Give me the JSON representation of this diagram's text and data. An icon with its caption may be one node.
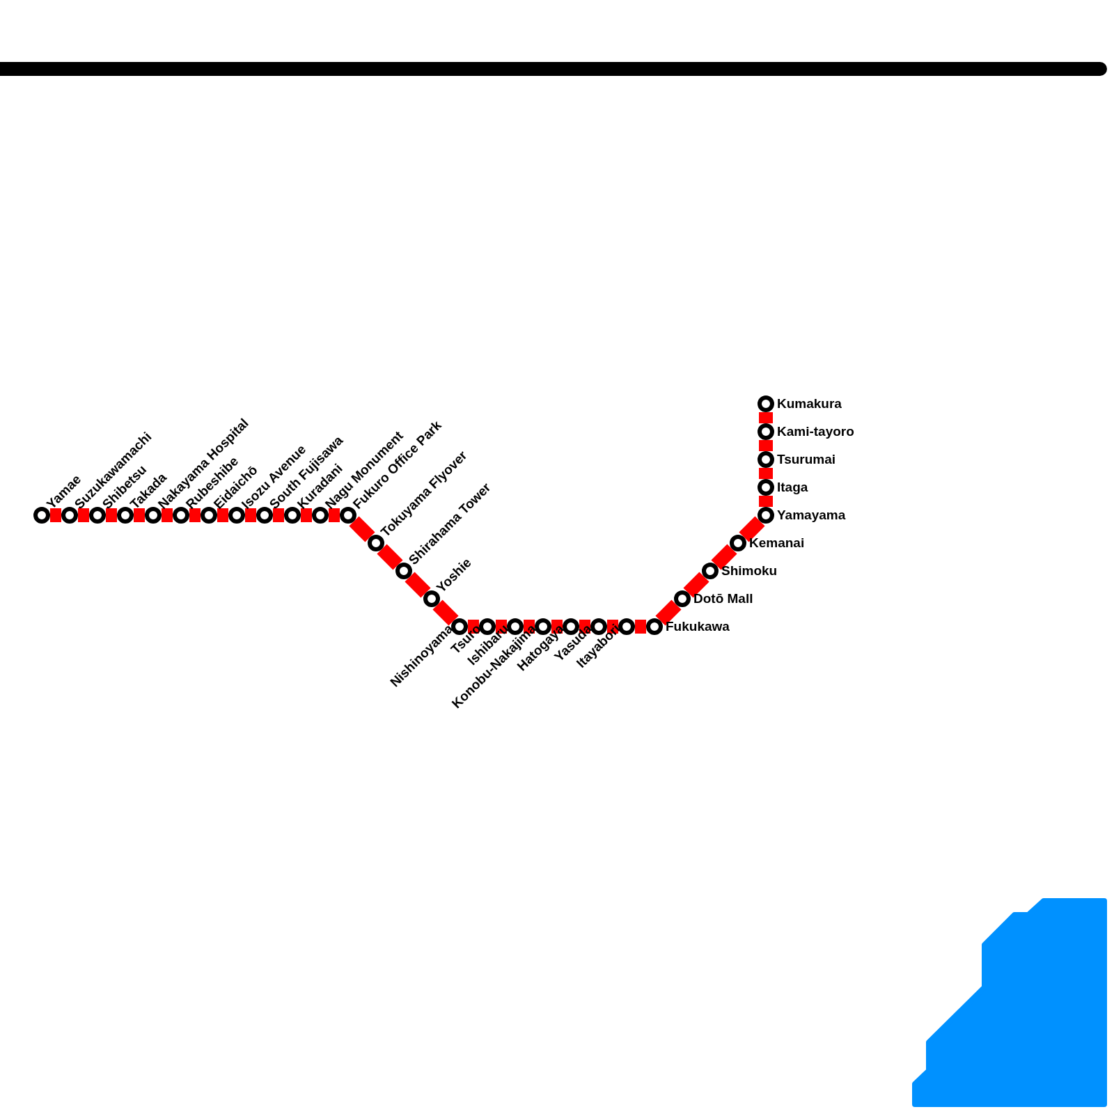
{
  "diagram": {
    "nodes": [
      {
        "text": [],
        "shape": "circle",
        "beside": [
          "Yamae"
        ]
      },
      {
        "text": [],
        "shape": "circle",
        "beside": [
          "Suzukawamachi"
        ]
      },
      {
        "text": [],
        "shape": "circle",
        "beside": [
          "Shibetsu"
        ]
      },
      {
        "text": [],
        "shape": "circle",
        "beside": [
          "Takada"
        ]
      },
      {
        "text": [],
        "shape": "circle",
        "beside": [
          "Nakayama Hospital"
        ]
      },
      {
        "text": [],
        "shape": "circle",
        "beside": [
          "Rubeshibe"
        ]
      },
      {
        "text": [],
        "shape": "circle",
        "beside": [
          "Eidaichō"
        ]
      },
      {
        "text": [],
        "shape": "circle",
        "beside": [
          "Isozu Avenue"
        ]
      },
      {
        "text": [],
        "shape": "circle",
        "beside": [
          "South Fujisawa"
        ]
      },
      {
        "text": [],
        "shape": "circle",
        "beside": [
          "Kuradani"
        ]
      },
      {
        "text": [],
        "shape": "circle",
        "beside": [
          "Nagu Monument"
        ]
      },
      {
        "text": [],
        "shape": "circle",
        "beside": [
          "Fukuro Office Park"
        ]
      },
      {
        "text": [],
        "shape": "circle",
        "beside": [
          "Tokuyama Flyover"
        ]
      },
      {
        "text": [],
        "shape": "circle",
        "beside": [
          "Shirahama Tower"
        ]
      },
      {
        "text": [],
        "shape": "circle",
        "beside": [
          "Yoshie"
        ]
      },
      {
        "text": [],
        "shape": "circle",
        "beside": [
          "Nishinoyama"
        ]
      },
      {
        "text": [],
        "shape": "circle",
        "beside": [
          "Tsuro"
        ]
      },
      {
        "text": [],
        "shape": "circle",
        "beside": [
          "Ishibaru"
        ]
      },
      {
        "text": [],
        "shape": "circle",
        "beside": [
          "Konobu-Nakajima"
        ]
      },
      {
        "text": [],
        "shape": "circle",
        "beside": [
          "Hatogaya"
        ]
      },
      {
        "text": [],
        "shape": "circle",
        "beside": [
          "Yasuda"
        ]
      },
      {
        "text": [],
        "shape": "circle",
        "beside": [
          "Itayabori"
        ]
      },
      {
        "text": [],
        "shape": "circle",
        "beside": [
          "Fukukawa"
        ]
      },
      {
        "text": [],
        "shape": "circle",
        "beside": [
          "Dotō Mall"
        ]
      },
      {
        "text": [],
        "shape": "circle",
        "beside": [
          "Shimoku"
        ]
      },
      {
        "text": [],
        "shape": "circle",
        "beside": [
          "Kemanai"
        ]
      },
      {
        "text": [],
        "shape": "circle",
        "beside": [
          "Yamayama"
        ]
      },
      {
        "text": [],
        "shape": "circle",
        "beside": [
          "Itaga"
        ]
      },
      {
        "text": [],
        "shape": "circle",
        "beside": [
          "Tsurumai"
        ]
      },
      {
        "text": [],
        "shape": "circle",
        "beside": [
          "Kami-tayoro"
        ]
      },
      {
        "text": [],
        "shape": "circle",
        "beside": [
          "Kumakura"
        ]
      }
    ],
    "edges": [
      {
        "from": 0,
        "to": 1,
        "arrow": "none"
      },
      {
        "from": 1,
        "to": 2,
        "arrow": "none"
      },
      {
        "from": 2,
        "to": 3,
        "arrow": "none"
      },
      {
        "from": 3,
        "to": 4,
        "arrow": "none"
      },
      {
        "from": 4,
        "to": 5,
        "arrow": "none"
      },
      {
        "from": 5,
        "to": 6,
        "arrow": "none"
      },
      {
        "from": 6,
        "to": 7,
        "arrow": "none"
      },
      {
        "from": 7,
        "to": 8,
        "arrow": "none"
      },
      {
        "from": 8,
        "to": 9,
        "arrow": "none"
      },
      {
        "from": 9,
        "to": 10,
        "arrow": "none"
      },
      {
        "from": 10,
        "to": 11,
        "arrow": "none"
      },
      {
        "from": 11,
        "to": 12,
        "arrow": "none"
      },
      {
        "from": 12,
        "to": 13,
        "arrow": "none"
      },
      {
        "from": 13,
        "to": 14,
        "arrow": "none"
      },
      {
        "from": 14,
        "to": 15,
        "arrow": "none"
      },
      {
        "from": 15,
        "to": 16,
        "arrow": "none"
      },
      {
        "from": 16,
        "to": 17,
        "arrow": "none"
      },
      {
        "from": 17,
        "to": 18,
        "arrow": "none"
      },
      {
        "from": 18,
        "to": 19,
        "arrow": "none"
      },
      {
        "from": 19,
        "to": 20,
        "arrow": "none"
      },
      {
        "from": 20,
        "to": 21,
        "arrow": "none"
      },
      {
        "from": 21,
        "to": 22,
        "arrow": "none"
      },
      {
        "from": 22,
        "to": 23,
        "arrow": "none"
      },
      {
        "from": 23,
        "to": 24,
        "arrow": "none"
      },
      {
        "from": 24,
        "to": 25,
        "arrow": "none"
      },
      {
        "from": 25,
        "to": 26,
        "arrow": "none"
      },
      {
        "from": 26,
        "to": 27,
        "arrow": "none"
      },
      {
        "from": 27,
        "to": 28,
        "arrow": "none"
      },
      {
        "from": 28,
        "to": 29,
        "arrow": "none"
      },
      {
        "from": 29,
        "to": 30,
        "arrow": "none"
      }
    ]
  }
}
